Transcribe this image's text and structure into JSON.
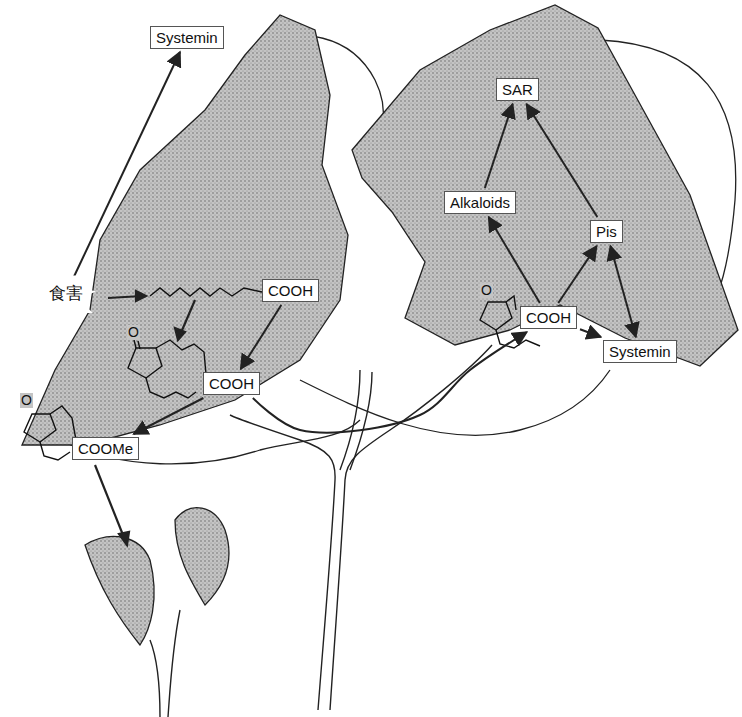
{
  "diagram": {
    "nodes": [
      {
        "text": [
          "Systemin"
        ]
      },
      {
        "text": [
          "食害"
        ]
      },
      {
        "text": [
          "COOH"
        ]
      },
      {
        "text": [
          "COOH"
        ]
      },
      {
        "text": [
          "COOMe"
        ]
      },
      {
        "text": [
          "SAR"
        ]
      },
      {
        "text": [
          "Alkaloids"
        ]
      },
      {
        "text": [
          "Pis"
        ]
      },
      {
        "text": [
          "COOH"
        ]
      },
      {
        "text": [
          "Systemin"
        ]
      }
    ],
    "edges": [
      {
        "from": 1,
        "to": 0,
        "arrow": "to"
      },
      {
        "from": 2,
        "to": 3,
        "arrow": "to"
      },
      {
        "from": 3,
        "to": 4,
        "arrow": "to"
      },
      {
        "from": 3,
        "to": 8,
        "arrow": "to"
      },
      {
        "from": 8,
        "to": 6,
        "arrow": "to"
      },
      {
        "from": 8,
        "to": 7,
        "arrow": "to"
      },
      {
        "from": 8,
        "to": 9,
        "arrow": "to"
      },
      {
        "from": 6,
        "to": 5,
        "arrow": "to"
      },
      {
        "from": 7,
        "to": 5,
        "arrow": "to"
      },
      {
        "from": 7,
        "to": 9,
        "arrow": "both"
      }
    ],
    "labels": [
      "O",
      "O",
      "O"
    ]
  }
}
